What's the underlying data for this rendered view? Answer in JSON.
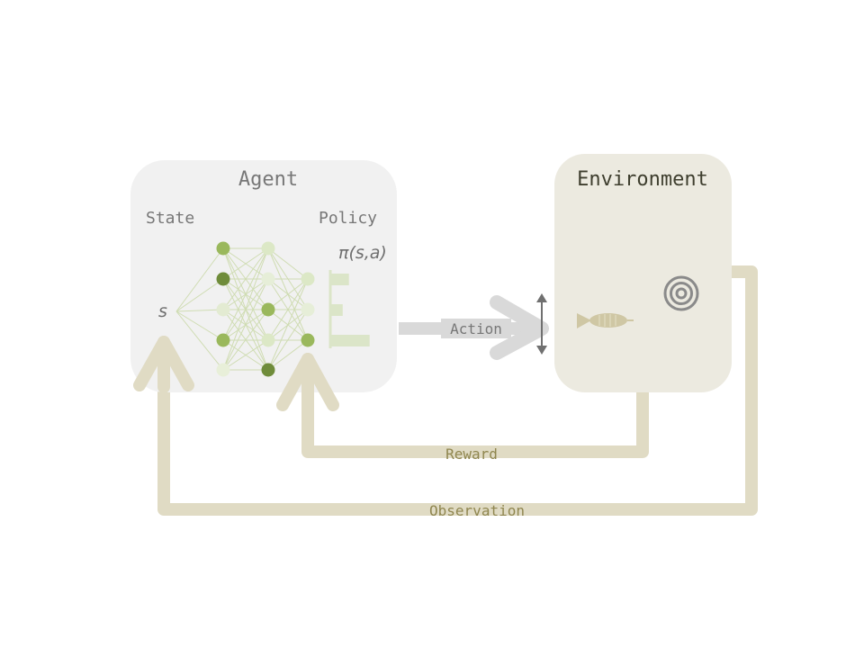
{
  "agent": {
    "title": "Agent",
    "state_label": "State",
    "policy_label": "Policy",
    "state_symbol": "s",
    "policy_symbol": "π(s,a)"
  },
  "environment": {
    "title": "Environment",
    "icons": [
      "dart-icon",
      "target-icon",
      "up-down-arrow-icon"
    ]
  },
  "flows": {
    "action": "Action",
    "reward": "Reward",
    "observation": "Observation"
  },
  "network": {
    "layers": [
      [
        "#9ab85c",
        "#6f8c3a",
        "#e3ebd2",
        "#9ab85c",
        "#e8efd9"
      ],
      [
        "#dce8c6",
        "#e6eed8",
        "#9ab85c",
        "#dce8c6",
        "#6f8c3a"
      ],
      [
        "#dce8c6",
        "#e6eed8",
        "#9ab85c"
      ]
    ],
    "policy_bars": [
      0.45,
      0.3,
      0.95
    ]
  },
  "colors": {
    "agent_box": "#f1f1f1",
    "environment_box": "#eceae0",
    "feedback_arrow": "#e0dbc4",
    "action_arrow": "#d9d9d9",
    "accent_green": "#9ab85c",
    "dark_green": "#6f8c3a"
  }
}
